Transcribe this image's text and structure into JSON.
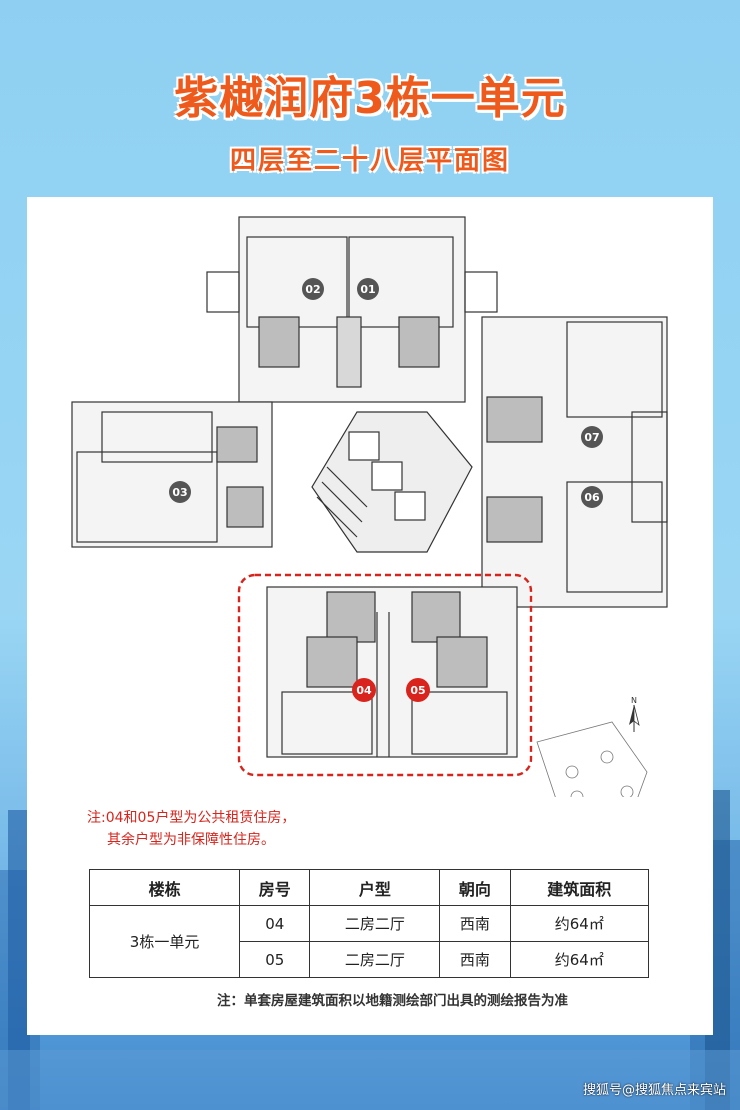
{
  "title": "紫樾润府3栋一单元",
  "subtitle": "四层至二十八层平面图",
  "units": [
    "01",
    "02",
    "03",
    "04",
    "05",
    "06",
    "07"
  ],
  "highlighted_units": [
    "04",
    "05"
  ],
  "note_red": {
    "line1": "注:04和05户型为公共租赁住房，",
    "line2": "其余户型为非保障性住房。"
  },
  "table": {
    "headers": [
      "楼栋",
      "房号",
      "户型",
      "朝向",
      "建筑面积"
    ],
    "building": "3栋一单元",
    "rows": [
      {
        "room": "04",
        "type": "二房二厅",
        "orientation": "西南",
        "area": "约64㎡"
      },
      {
        "room": "05",
        "type": "二房二厅",
        "orientation": "西南",
        "area": "约64㎡"
      }
    ]
  },
  "note_bottom": "注：单套房屋建筑面积以地籍测绘部门出具的测绘报告为准",
  "compass_label": "N",
  "watermark": "搜狐号@搜狐焦点来宾站",
  "colors": {
    "title": "#ee5a1c",
    "highlight": "#d8241c",
    "unit_marker": "#555555"
  }
}
